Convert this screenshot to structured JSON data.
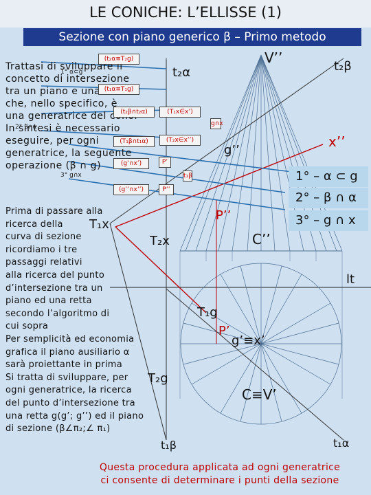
{
  "header": {
    "title": "LE CONICHE: L’ELLISSE (1)",
    "subtitle": "Sezione con piano generico β – Primo metodo"
  },
  "intro_text": [
    "Trattasi di sviluppare il",
    "concetto di intersezione",
    "tra un piano e una retta",
    "che, nello specifico, è",
    "una generatrice del cono.",
    "In sintesi è necessario",
    "eseguire, per ogni",
    "generatrice, la seguente",
    "operazione (β ∩ g)"
  ],
  "body_text": [
    "Prima di passare alla",
    "ricerca della",
    "curva di sezione",
    "ricordiamo i  tre",
    "passaggi relativi",
    "alla ricerca del punto",
    "d’intersezione tra un",
    "piano ed una retta",
    "secondo l’algoritmo di",
    "cui sopra",
    "Per semplicità ed economia",
    "grafica il piano ausiliario α",
    "sarà proiettante in prima",
    "Si tratta di sviluppare, per",
    "ogni generatrice, la ricerca",
    "del punto d’intersezione tra",
    "una retta g(g’; g’’) ed il piano",
    "di sezione (β∠π₂;∠ π₁)"
  ],
  "algorithm_boxes": [
    "(t₂α≡T₂g)",
    "(t₁α≡T₁g)",
    "(t₂β∩t₂α)",
    "(T₁β∩t₁α)",
    "(T₁x∈x’)",
    "(T₂x∈x’’)",
    "(g’∩x’)",
    "(g’’∩x’’)"
  ],
  "small_labels": [
    "1°",
    "2°",
    "3°",
    "α⊂g",
    "β∩α",
    "g∩x",
    "t₁β",
    "P’",
    "P’’"
  ],
  "steps": [
    "1° – α ⊂ g",
    "2° – β ∩ α",
    "3° – g ∩ x"
  ],
  "labels": {
    "V2": "V’’",
    "t2b_top": "t₂β",
    "t2a_top": "t₂α",
    "x2": "x’’",
    "g2": "g’’",
    "T1x": "T₁x",
    "T2x": "T₂x",
    "P2": "P’’",
    "C2": "C’’",
    "lt": "lt",
    "T1g": "T₁g",
    "P1": "P’",
    "g1": "g’≡x’",
    "T2g": "T₂g",
    "CV1": "C≡V’",
    "t1b": "t₁β",
    "t1a": "t₁α"
  },
  "footer": [
    "Questa procedura applicata ad ogni generatrice",
    "ci consente di determinare i punti della sezione"
  ],
  "colors": {
    "background": "#cfe0f0",
    "header_bar": "#1f3b8f",
    "accent_red": "#c00000",
    "construction_blue": "#2a6fb0"
  }
}
